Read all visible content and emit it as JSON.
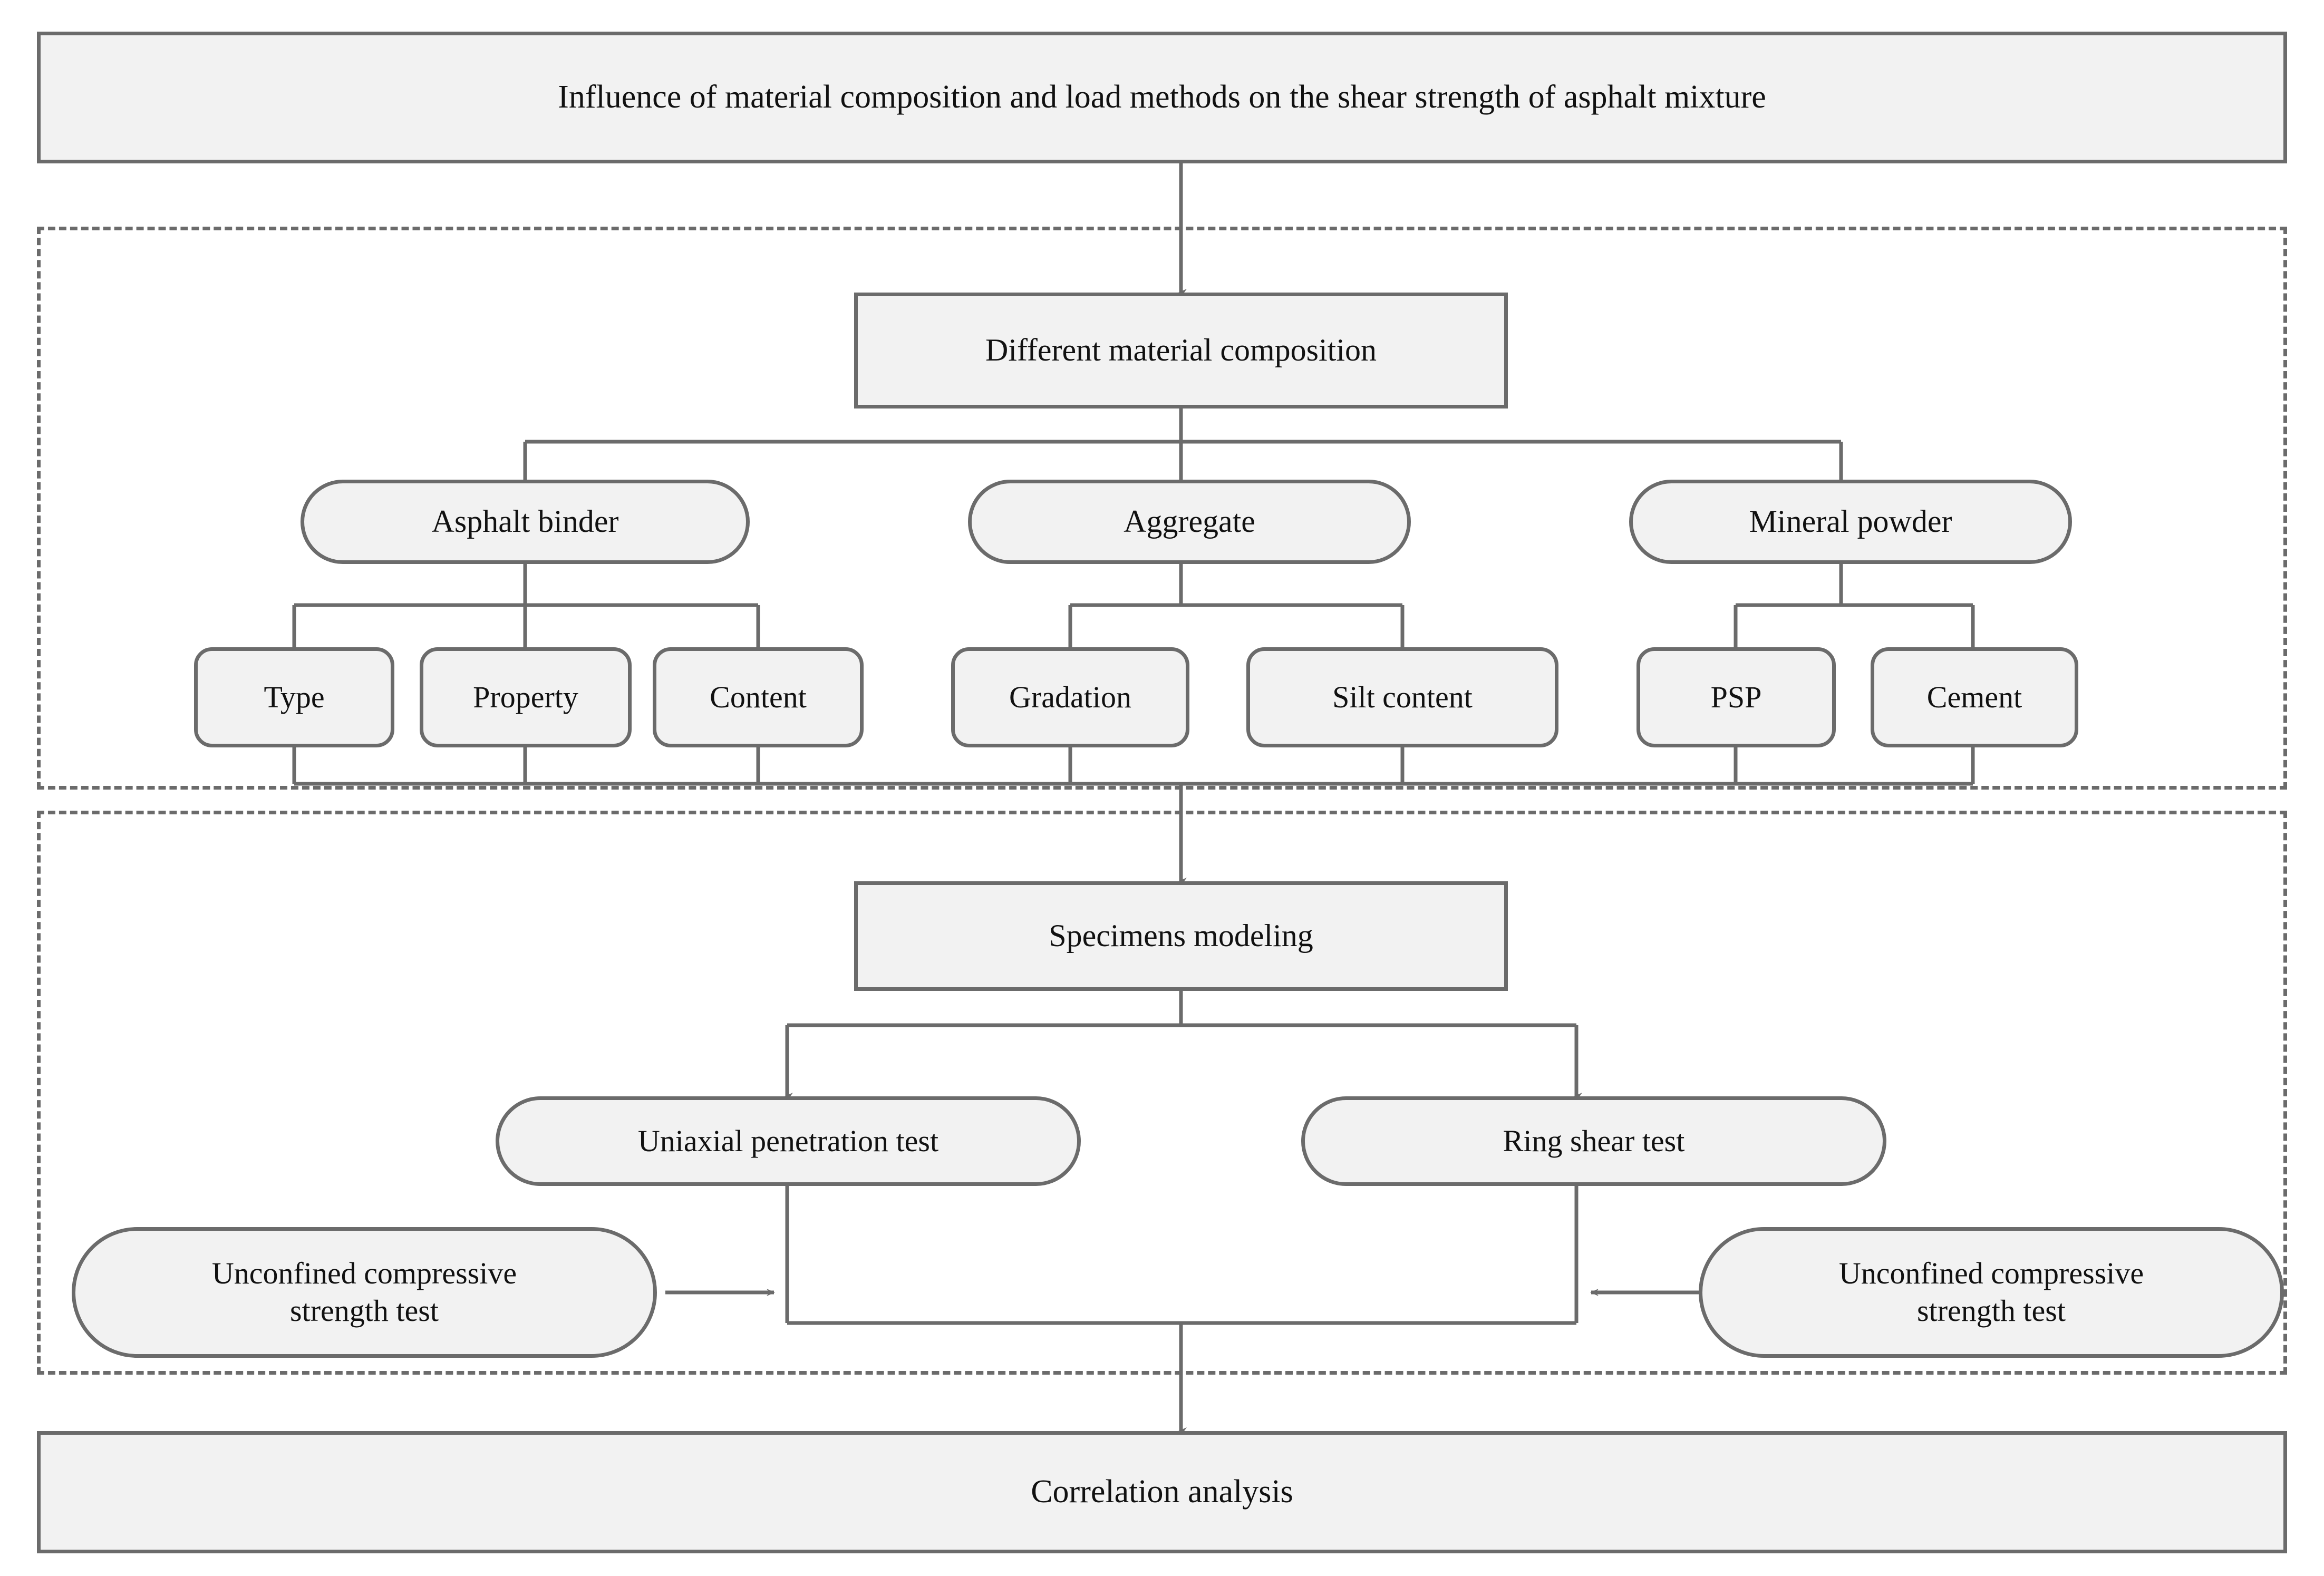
{
  "diagram": {
    "title_box": {
      "label": "Influence of material composition and load methods on the shear strength of asphalt mixture"
    },
    "group_material": {
      "root": {
        "label": "Different material composition"
      },
      "categories": [
        {
          "label": "Asphalt binder"
        },
        {
          "label": "Aggregate"
        },
        {
          "label": "Mineral powder"
        }
      ],
      "factors": [
        {
          "label": "Type"
        },
        {
          "label": "Property"
        },
        {
          "label": "Content"
        },
        {
          "label": "Gradation"
        },
        {
          "label": "Silt content"
        },
        {
          "label": "PSP"
        },
        {
          "label": "Cement"
        }
      ]
    },
    "group_testing": {
      "root": {
        "label": "Specimens modeling"
      },
      "tests": [
        {
          "label": "Uniaxial penetration test"
        },
        {
          "label": "Ring shear test"
        }
      ],
      "side_tests": [
        {
          "line1": "Unconfined compressive",
          "line2": "strength test"
        },
        {
          "line1": "Unconfined compressive",
          "line2": "strength test"
        }
      ]
    },
    "output_box": {
      "label": "Correlation analysis"
    },
    "colors": {
      "node_fill": "#f2f2f2",
      "node_stroke": "#6b6b6b",
      "wire": "#6b6b6b",
      "text": "#111111",
      "background": "#ffffff"
    }
  }
}
